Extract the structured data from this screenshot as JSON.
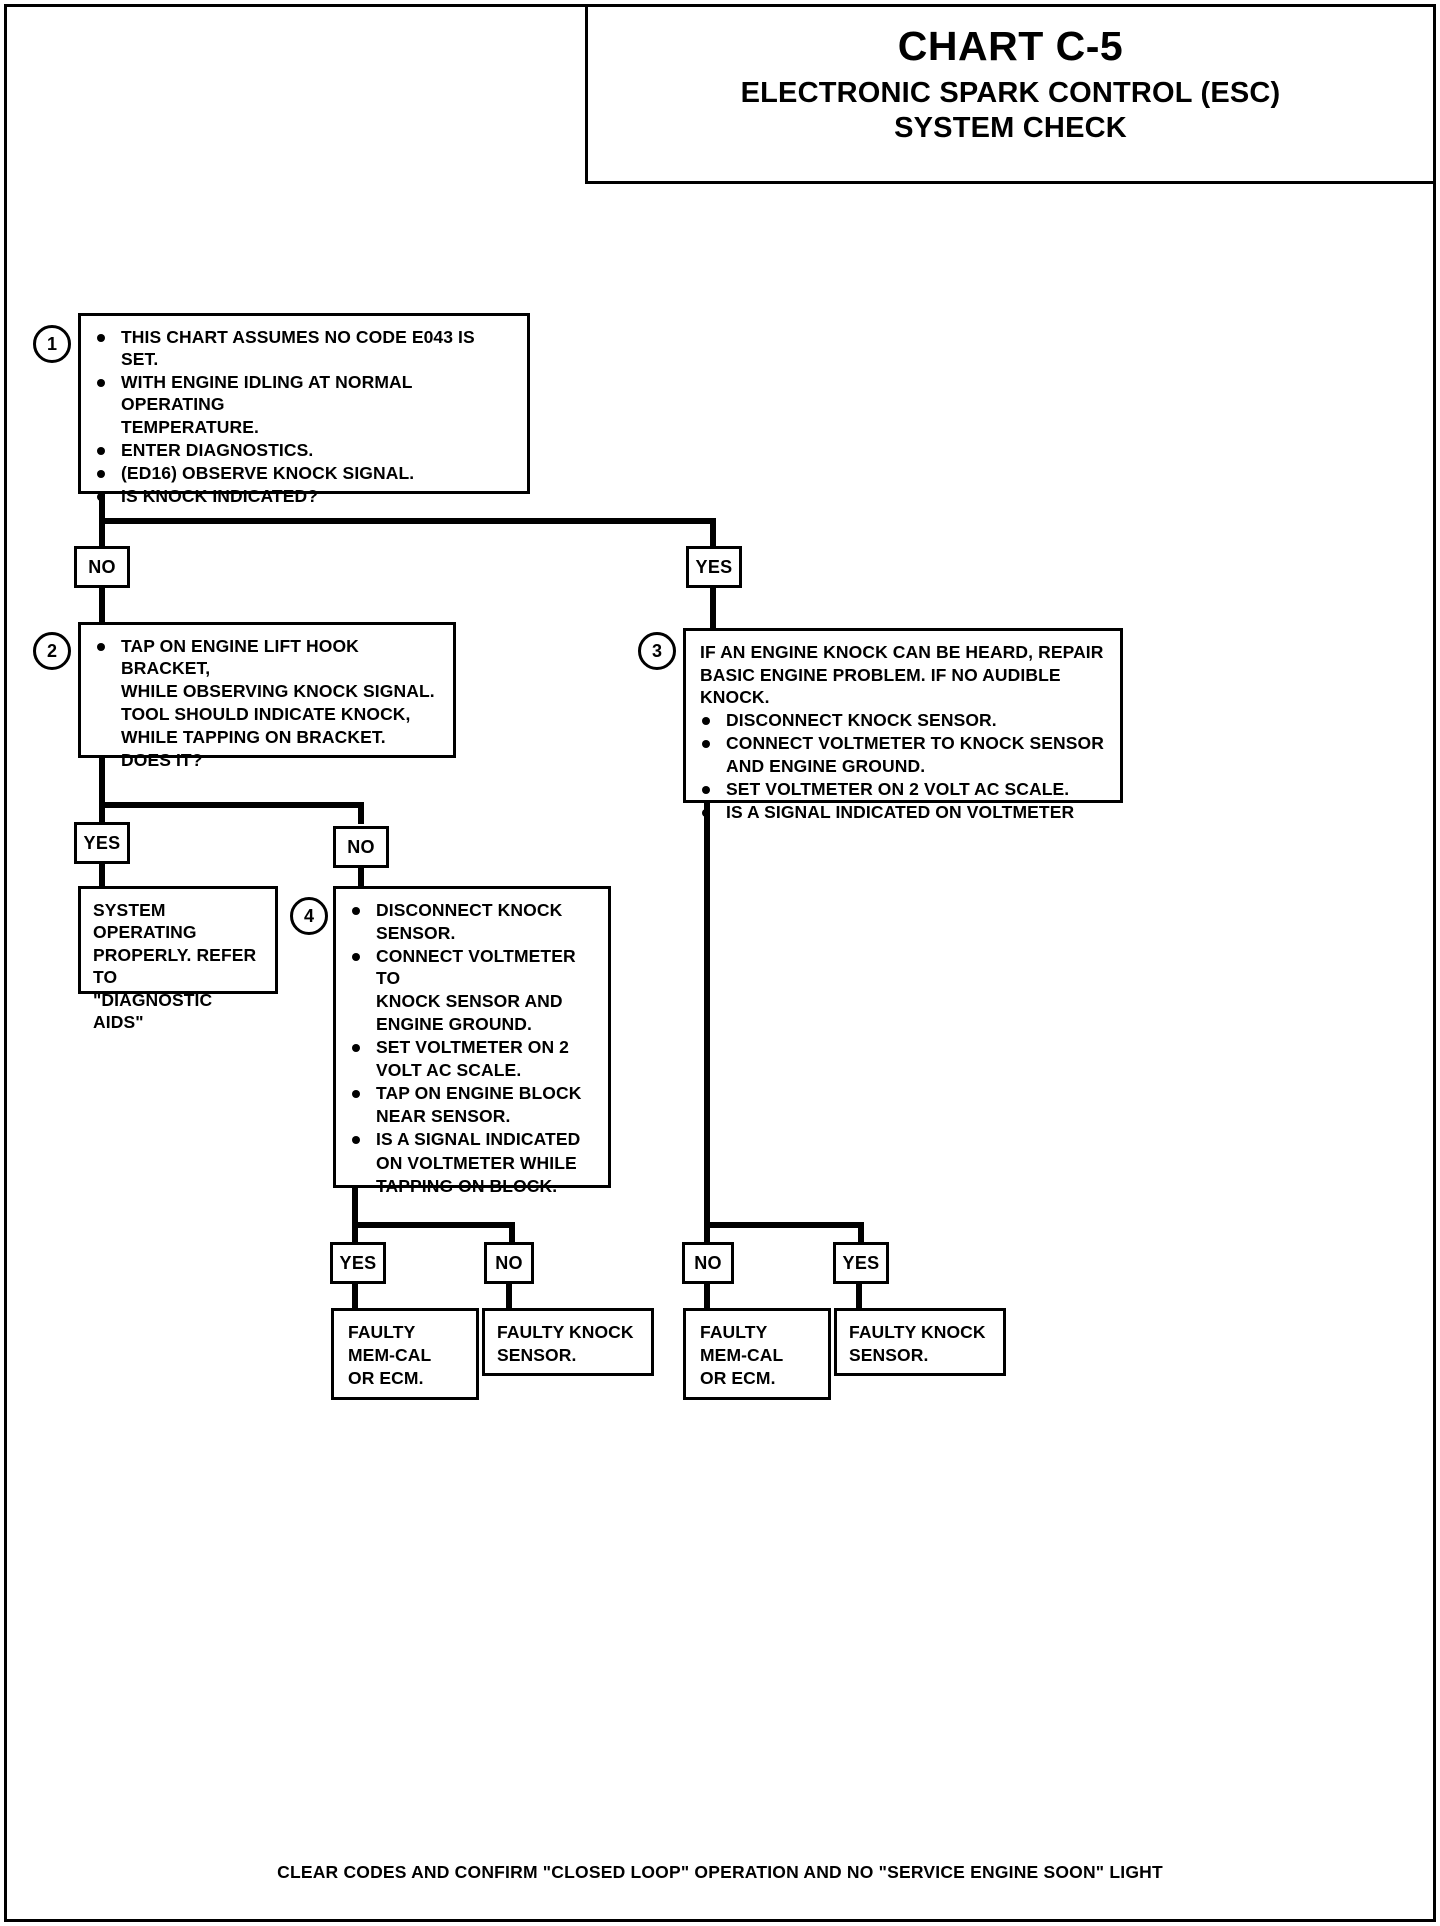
{
  "header": {
    "chart_number": "CHART C-5",
    "subtitle_line1": "ELECTRONIC SPARK CONTROL (ESC)",
    "subtitle_line2": "SYSTEM CHECK"
  },
  "steps": {
    "one": "1",
    "two": "2",
    "three": "3",
    "four": "4"
  },
  "box1": {
    "bullets": [
      "THIS CHART ASSUMES NO CODE E043 IS SET.",
      "WITH ENGINE IDLING AT NORMAL OPERATING",
      "TEMPERATURE.",
      "ENTER DIAGNOSTICS.",
      "(ED16) OBSERVE KNOCK SIGNAL.",
      "IS KNOCK INDICATED?"
    ],
    "b1": "THIS CHART ASSUMES NO CODE E043 IS SET.",
    "b2a": "WITH ENGINE IDLING AT NORMAL OPERATING",
    "b2b": "TEMPERATURE.",
    "b3": "ENTER DIAGNOSTICS.",
    "b4": "(ED16) OBSERVE KNOCK SIGNAL.",
    "b5": "IS KNOCK INDICATED?"
  },
  "box2": {
    "l1": "TAP ON ENGINE LIFT HOOK BRACKET,",
    "l2": "WHILE OBSERVING KNOCK SIGNAL.",
    "l3": "TOOL SHOULD INDICATE KNOCK,",
    "l4": "WHILE TAPPING ON BRACKET.",
    "l5": "DOES IT?"
  },
  "box3": {
    "intro1": "IF AN ENGINE KNOCK CAN BE HEARD, REPAIR",
    "intro2": "BASIC ENGINE PROBLEM.  IF NO AUDIBLE KNOCK.",
    "b1": "DISCONNECT KNOCK SENSOR.",
    "b2a": "CONNECT VOLTMETER TO KNOCK SENSOR",
    "b2b": "AND ENGINE GROUND.",
    "b3": "SET VOLTMETER ON 2 VOLT AC SCALE.",
    "b4": "IS A SIGNAL INDICATED ON VOLTMETER"
  },
  "box_ok": {
    "l1": "SYSTEM OPERATING",
    "l2": "PROPERLY.  REFER TO",
    "l3": "\"DIAGNOSTIC AIDS\""
  },
  "box4": {
    "b1a": "DISCONNECT KNOCK",
    "b1b": "SENSOR.",
    "b2a": "CONNECT VOLTMETER TO",
    "b2b": "KNOCK SENSOR AND",
    "b2c": "ENGINE GROUND.",
    "b3a": "SET VOLTMETER ON 2",
    "b3b": "VOLT AC SCALE.",
    "b4a": "TAP ON ENGINE BLOCK",
    "b4b": "NEAR SENSOR.",
    "b5a": "IS A SIGNAL INDICATED",
    "b5b": "ON VOLTMETER WHILE",
    "b5c": "TAPPING ON BLOCK."
  },
  "labels": {
    "no": "NO",
    "yes": "YES"
  },
  "branch": {
    "b1_no": "NO",
    "b1_yes": "YES",
    "b2_yes": "YES",
    "b2_no": "NO",
    "b4_yes": "YES",
    "b4_no": "NO",
    "b3_no": "NO",
    "b3_yes": "YES"
  },
  "terminals": {
    "t1_l1": "FAULTY",
    "t1_l2": "MEM-CAL",
    "t1_l3": "OR ECM.",
    "t2_l1": "FAULTY KNOCK",
    "t2_l2": "SENSOR.",
    "t3_l1": "FAULTY",
    "t3_l2": "MEM-CAL",
    "t3_l3": "OR ECM.",
    "t4_l1": "FAULTY KNOCK",
    "t4_l2": "SENSOR."
  },
  "footer": {
    "text": "CLEAR CODES AND CONFIRM \"CLOSED LOOP\" OPERATION AND NO  \"SERVICE ENGINE SOON\"  LIGHT"
  },
  "colors": {
    "ink": "#000000",
    "paper": "#ffffff"
  }
}
